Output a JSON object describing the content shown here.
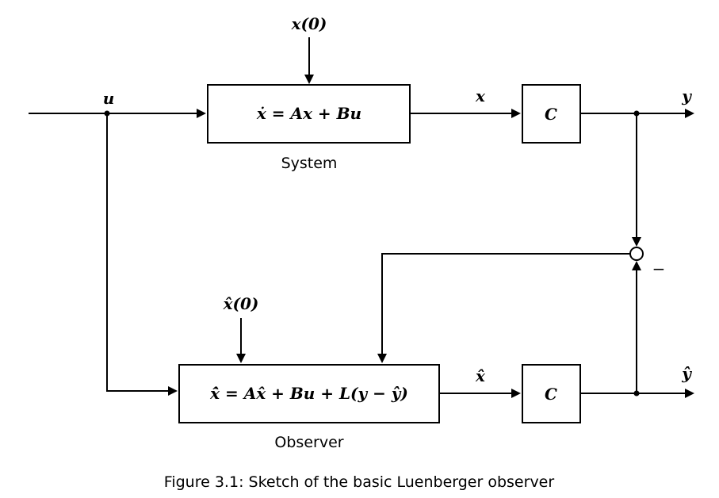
{
  "signals": {
    "u": "u",
    "x": "x",
    "y": "y",
    "x0": "x(0)",
    "xhat": "x̂",
    "yhat": "ŷ",
    "xhat0": "x̂(0)",
    "minus": "−"
  },
  "blocks": {
    "system_eq": "ẋ = Ax + Bu",
    "observer_eq": "x̂̇ = Ax̂ + Bu + L(y − ŷ)",
    "c_top": "C",
    "c_bottom": "C"
  },
  "labels": {
    "system": "System",
    "observer": "Observer"
  },
  "caption": "Figure 3.1: Sketch of the basic Luenberger observer"
}
